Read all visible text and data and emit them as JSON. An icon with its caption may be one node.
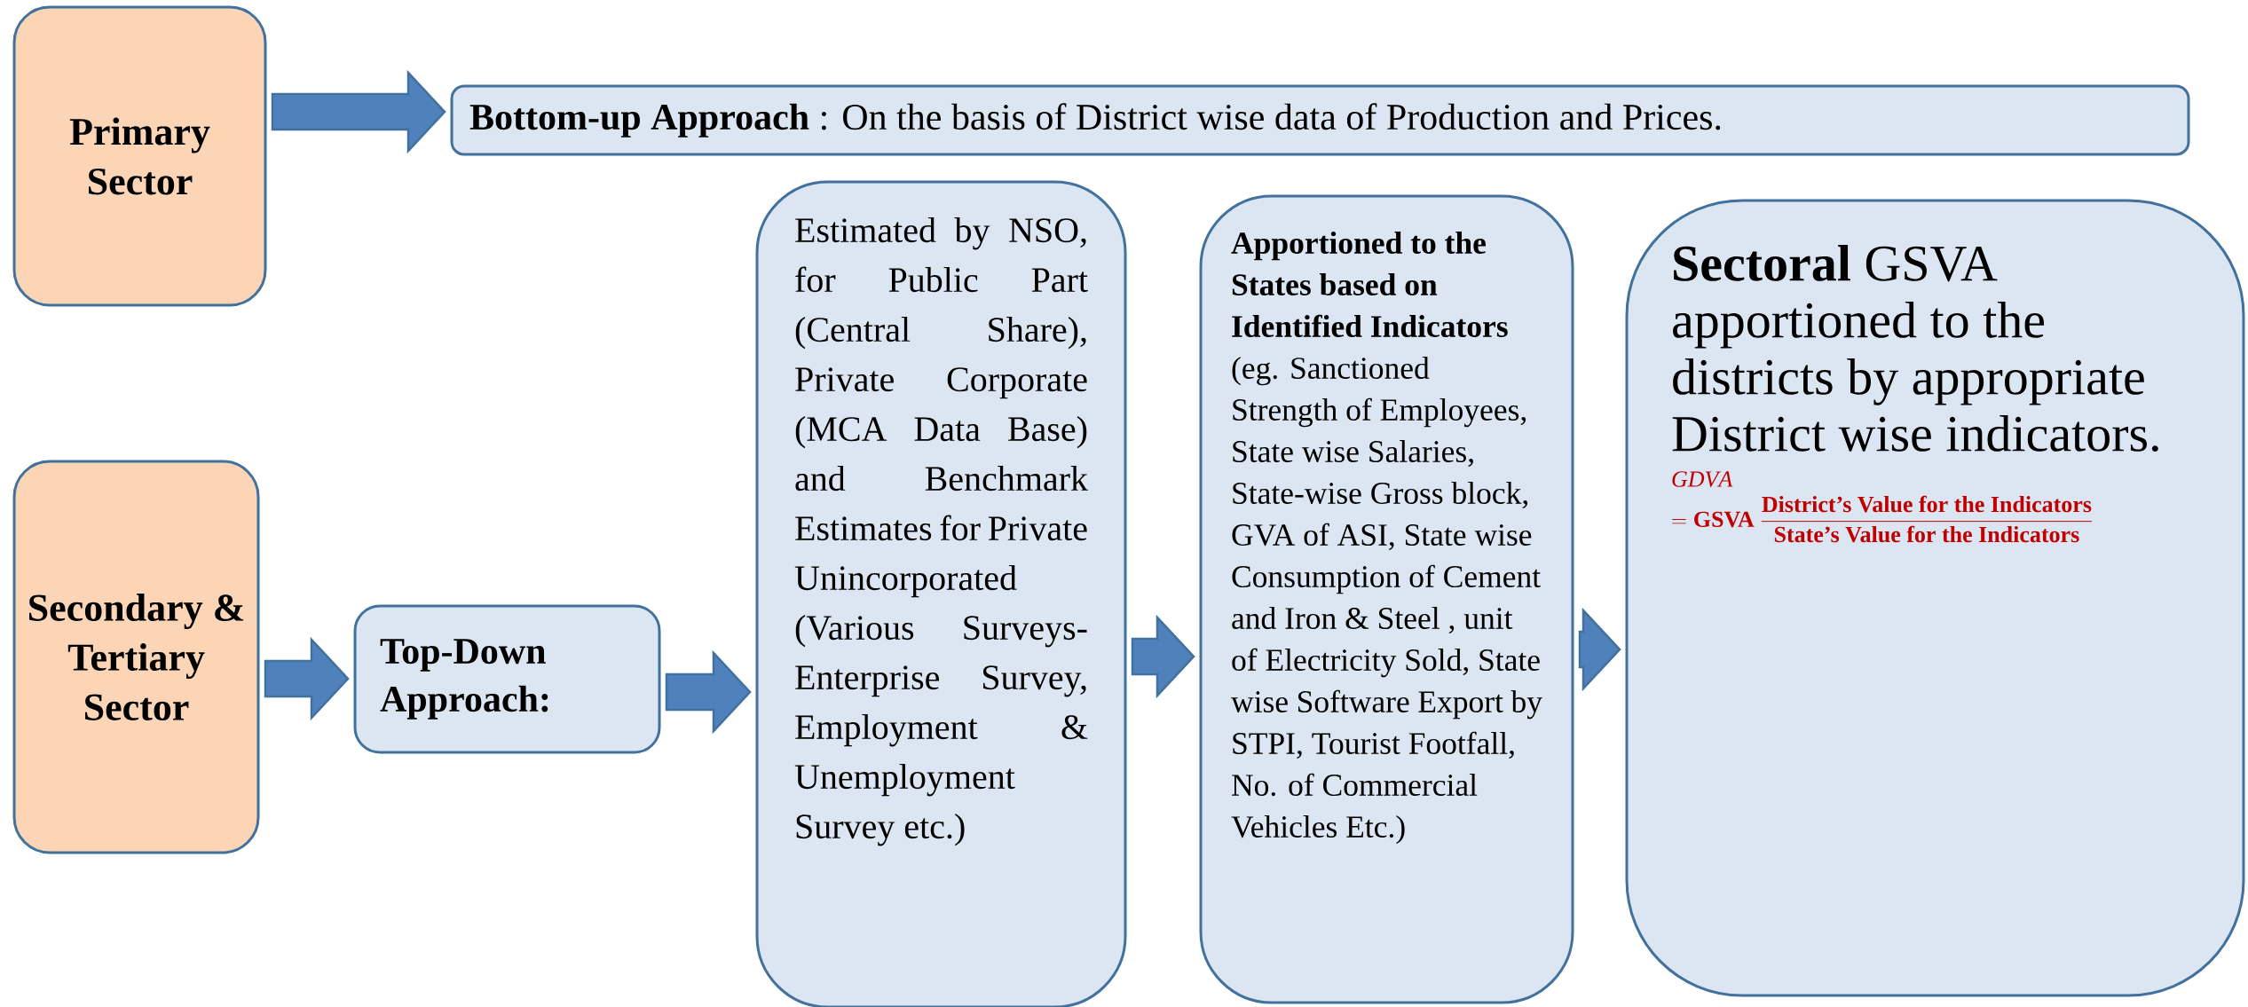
{
  "diagram": {
    "nodes": [
      {
        "text": [
          "Primary Sector"
        ]
      },
      {
        "text": [
          "**Bottom-up Approach** : On the basis of District wise data of Production and Prices."
        ]
      },
      {
        "text": [
          "Secondary & Tertiary Sector"
        ]
      },
      {
        "text": [
          "Top-Down Approach:"
        ]
      },
      {
        "text": [
          "Estimated by NSO, for Public Part (Central Share), Private Corporate (MCA Data Base) and Benchmark Estimates for Private Unincorporated (Various Surveys- Enterprise Survey, Employment & Unemployment Survey etc.)"
        ]
      },
      {
        "text": [
          "**Apportioned to the States based on Identified Indicators** (eg. Sanctioned Strength of Employees, State wise Salaries, State-wise Gross block, GVA of ASI, State wise Consumption of Cement and Iron & Steel , unit of Electricity Sold, State wise Software Export by STPI, Tourist Footfall, No. of Commercial Vehicles Etc.)"
        ]
      },
      {
        "text": [
          "**Sectoral** GSVA apportioned to the districts by appropriate District wise indicators.",
          "\\begin{array}{@{}l@{}}\\mathit{GDVA}\\\\=\\textbf{GSVA}\\;\\dfrac{\\textbf{District's Value for the Indicators}}{\\textbf{State's Value for the Indicators}}\\end{array}"
        ]
      }
    ],
    "edges": [
      {
        "from": 0,
        "to": 1,
        "arrow": "to"
      },
      {
        "from": 2,
        "to": 3,
        "arrow": "to"
      },
      {
        "from": 3,
        "to": 4,
        "arrow": "to"
      },
      {
        "from": 4,
        "to": 5,
        "arrow": "to"
      },
      {
        "from": 5,
        "to": 6,
        "arrow": "to"
      }
    ]
  }
}
